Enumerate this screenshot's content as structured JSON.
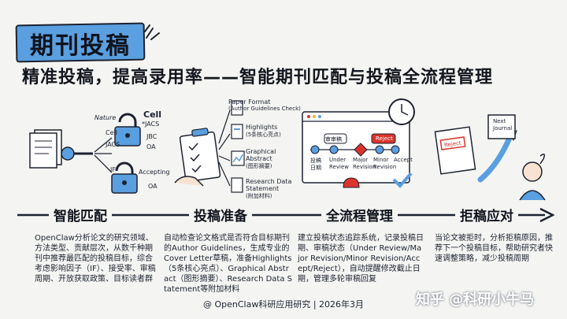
{
  "title": "期刊投稿",
  "subtitle": "精准投稿，提高录用率——智能期刊匹配与投稿全流程管理",
  "sections": [
    {
      "title": "智能匹配",
      "desc": "OpenClaw分析论文的研究领域、方法类型、贡献层次，从数千种期刊中推荐最匹配的投稿目标，综合考虑影响因子（IF）、接受率、审稿周期、开放获取政策、目标读者群"
    },
    {
      "title": "投稿准备",
      "desc": "自动检查论文格式是否符合目标期刊的Author Guidelines，生成专业的Cover Letter草稿，准备Highlights（5条核心亮点）、Graphical Abstract（图形摘要）、Research Data Statement等附加材料"
    },
    {
      "title": "全流程管理",
      "desc": "建立投稿状态追踪系统，记录投稿日期、审稿状态（Under Review/Major Revision/Minor Revision/Accept/Reject），自动提醒修改截止日期，管理多轮审稿回复"
    },
    {
      "title": "拒稿应对",
      "desc": "当论文被拒时，分析拒稿原因，推荐下一个投稿目标，帮助研究者快速调整策略，减少投稿周期"
    }
  ],
  "panel1": {
    "journals": [
      "Nature",
      "Cell",
      "JACS",
      "JBC",
      "OA",
      "IF",
      "Accepting",
      "OA"
    ],
    "cell_label": "Cell",
    "jacs_label": "*JACS"
  },
  "panel2": {
    "items": [
      "Paper Format",
      "(Author Guidelines Check)",
      "Highlights",
      "(5条核心亮点)",
      "Graphical",
      "Abstract",
      "(图形摘要)",
      "Research Data",
      "Statement",
      "(附加材料)"
    ]
  },
  "panel3": {
    "review_tag": "审审稿",
    "reject_tag": "Reject",
    "steps": [
      "投稿",
      "日期",
      "Under",
      "Review",
      "Major",
      "Revision",
      "Minor",
      "Revision",
      "Accept"
    ]
  },
  "panel4": {
    "reject_note": "Reject",
    "next_journal": [
      "Next",
      "Journal"
    ]
  },
  "footer": "@ OpenClaw科研应用研究 | 2026年3月",
  "watermark": "知乎 @科研小牛马",
  "colors": {
    "accent": "#5a9fe0",
    "ink": "#1d2230",
    "alert": "#d9342b",
    "background": "#f4f5f2"
  }
}
